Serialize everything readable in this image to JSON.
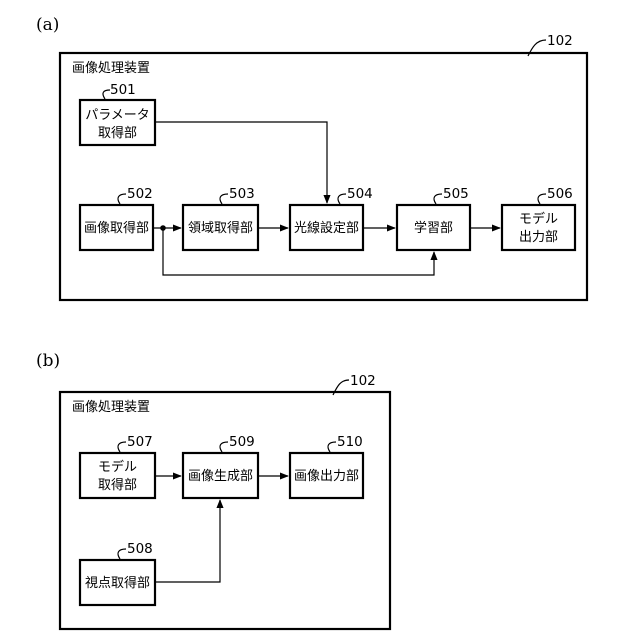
{
  "panel_a": {
    "label": "(a)",
    "frame_ref": "102",
    "frame_title": "画像処理装置",
    "blocks": {
      "b501": {
        "ref": "501",
        "lines": [
          "パラメータ",
          "取得部"
        ]
      },
      "b502": {
        "ref": "502",
        "lines": [
          "画像取得部"
        ]
      },
      "b503": {
        "ref": "503",
        "lines": [
          "領域取得部"
        ]
      },
      "b504": {
        "ref": "504",
        "lines": [
          "光線設定部"
        ]
      },
      "b505": {
        "ref": "505",
        "lines": [
          "学習部"
        ]
      },
      "b506": {
        "ref": "506",
        "lines": [
          "モデル",
          "出力部"
        ]
      }
    }
  },
  "panel_b": {
    "label": "(b)",
    "frame_ref": "102",
    "frame_title": "画像処理装置",
    "blocks": {
      "b507": {
        "ref": "507",
        "lines": [
          "モデル",
          "取得部"
        ]
      },
      "b508": {
        "ref": "508",
        "lines": [
          "視点取得部"
        ]
      },
      "b509": {
        "ref": "509",
        "lines": [
          "画像生成部"
        ]
      },
      "b510": {
        "ref": "510",
        "lines": [
          "画像出力部"
        ]
      }
    }
  }
}
